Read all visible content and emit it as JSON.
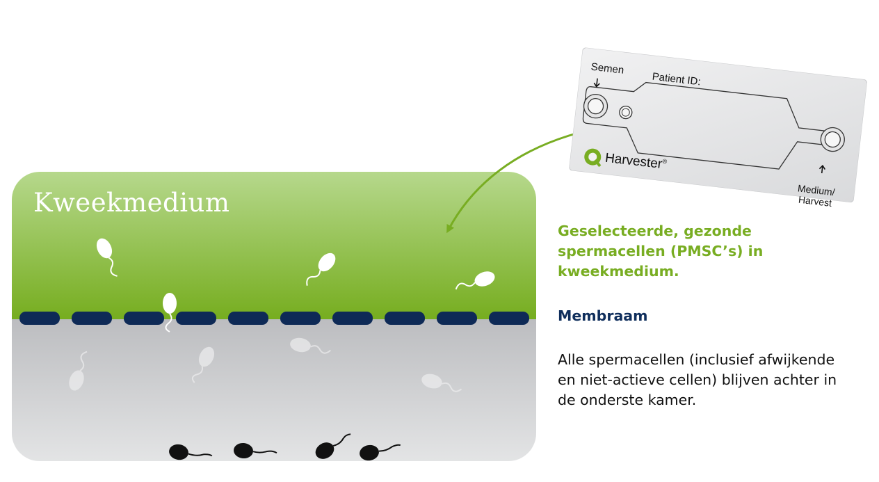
{
  "chamber": {
    "upper_label": "Kweekmedium",
    "upper_color_top": "#b6d88c",
    "upper_color_bottom": "#76ad1f",
    "lower_color": "#c8c9cb",
    "membrane_color": "#0e2a56"
  },
  "device": {
    "semen_label": "Semen",
    "patient_label": "Patient ID:",
    "brand": "Harvester",
    "brand_mark": "®",
    "medium_line1": "Medium/",
    "medium_line2": "Harvest",
    "arrow_color": "#78ad22"
  },
  "captions": {
    "selected": "Geselecteerde, gezonde spermacellen (PMSC’s) in kweekmedium.",
    "membrane": "Membraam",
    "remain": "Alle spermacellen (inclusief afwijkende en niet-actieve cellen) blijven achter in de onderste kamer."
  },
  "icons": {
    "sperm": "sperm-cell-icon",
    "logo": "harvester-logo-icon",
    "arrow": "curved-arrow-icon"
  }
}
